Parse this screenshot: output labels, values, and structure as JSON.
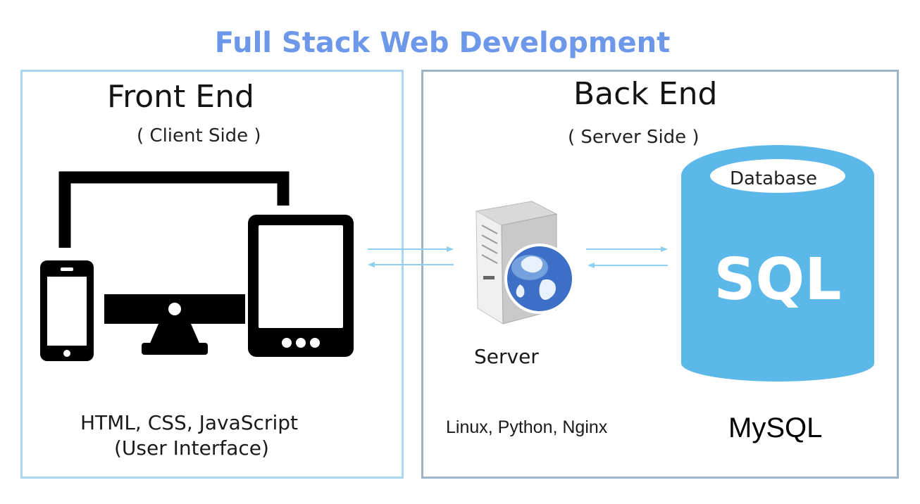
{
  "title": "Full Stack Web Development",
  "front_end": {
    "heading": "Front End",
    "subheading": "( Client Side )",
    "technologies": "HTML, CSS, JavaScript",
    "note": "(User Interface)"
  },
  "back_end": {
    "heading": "Back End",
    "subheading": "( Server Side )",
    "server_label": "Server",
    "server_stack": "Linux, Python, Nginx",
    "database": {
      "label": "Database",
      "badge": "SQL",
      "name": "MySQL"
    }
  },
  "colors": {
    "title": "#6d98ea",
    "database": "#5cb8e8",
    "arrows": "#8fd0f0",
    "front_border": "#a9d5ee",
    "back_border": "#9cb4c8"
  },
  "icons": [
    "monitor-icon",
    "tablet-icon",
    "phone-icon",
    "server-icon",
    "globe-icon",
    "database-icon"
  ]
}
